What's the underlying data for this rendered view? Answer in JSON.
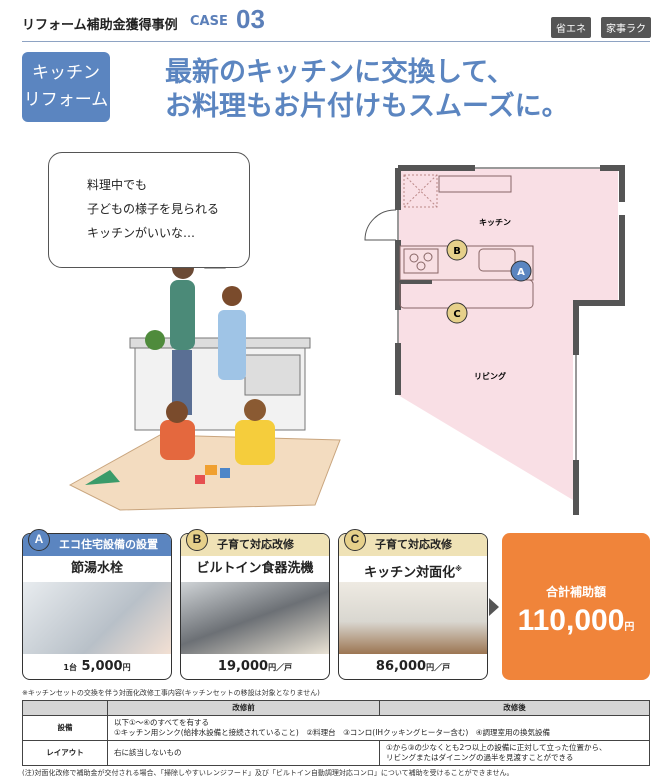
{
  "header": {
    "title": "リフォーム補助金獲得事例",
    "case_label": "CASE",
    "case_number": "03",
    "tags": [
      "省エネ",
      "家事ラク"
    ]
  },
  "category": {
    "line1": "キッチン",
    "line2": "リフォーム"
  },
  "headline": {
    "line1": "最新のキッチンに交換して、",
    "line2": "お料理もお片付けもスムーズに。"
  },
  "bubble": {
    "lines": [
      "料理中でも",
      "子どもの様子を見られる",
      "キッチンがいいな…"
    ]
  },
  "floorplan": {
    "kitchen_label": "キッチン",
    "living_label": "リビング",
    "markers": [
      "A",
      "B",
      "C"
    ]
  },
  "cards": [
    {
      "badge": "A",
      "category": "エコ住宅設備の設置",
      "title": "節湯水栓",
      "unit_prefix": "1台",
      "price": "5,000",
      "currency": "円",
      "unit": ""
    },
    {
      "badge": "B",
      "category": "子育て対応改修",
      "title": "ビルトイン食器洗機",
      "unit_prefix": "",
      "price": "19,000",
      "currency": "円",
      "unit": "／戸"
    },
    {
      "badge": "C",
      "category": "子育て対応改修",
      "title": "キッチン対面化",
      "title_mark": "※",
      "unit_prefix": "",
      "price": "86,000",
      "currency": "円",
      "unit": "／戸"
    }
  ],
  "total": {
    "label": "合計補助額",
    "amount": "110,000",
    "currency": "円"
  },
  "note": "※キッチンセットの交換を伴う対面化改修工事内容(キッチンセットの移設は対象となりません)",
  "table": {
    "headers": [
      "",
      "改修前",
      "改修後"
    ],
    "rows": [
      {
        "label": "設備",
        "before_line1": "以下①～④のすべてを有する",
        "before_line2": "①キッチン用シンク(給排水設備と接続されていること)　②料理台　③コンロ(IHクッキングヒーター含む)　④調理室用の換気設備"
      },
      {
        "label": "レイアウト",
        "before": "右に該当しないもの",
        "after_line1": "①から③の少なくとも2つ以上の設備に正対して立った位置から、",
        "after_line2": "リビングまたはダイニングの過半を見渡すことができる"
      }
    ]
  },
  "footnote": "(注)対面化改修で補助金が交付される場合、「掃除しやすいレンジフード」及び「ビルトイン自動調理対応コンロ」について補助を受けることができません。",
  "colors": {
    "accent_blue": "#5b85c0",
    "badge_yellow": "#e6d08a",
    "caption_beige": "#efe2b6",
    "total_orange": "#f0843a",
    "floor_pink": "#f9dfe5"
  }
}
